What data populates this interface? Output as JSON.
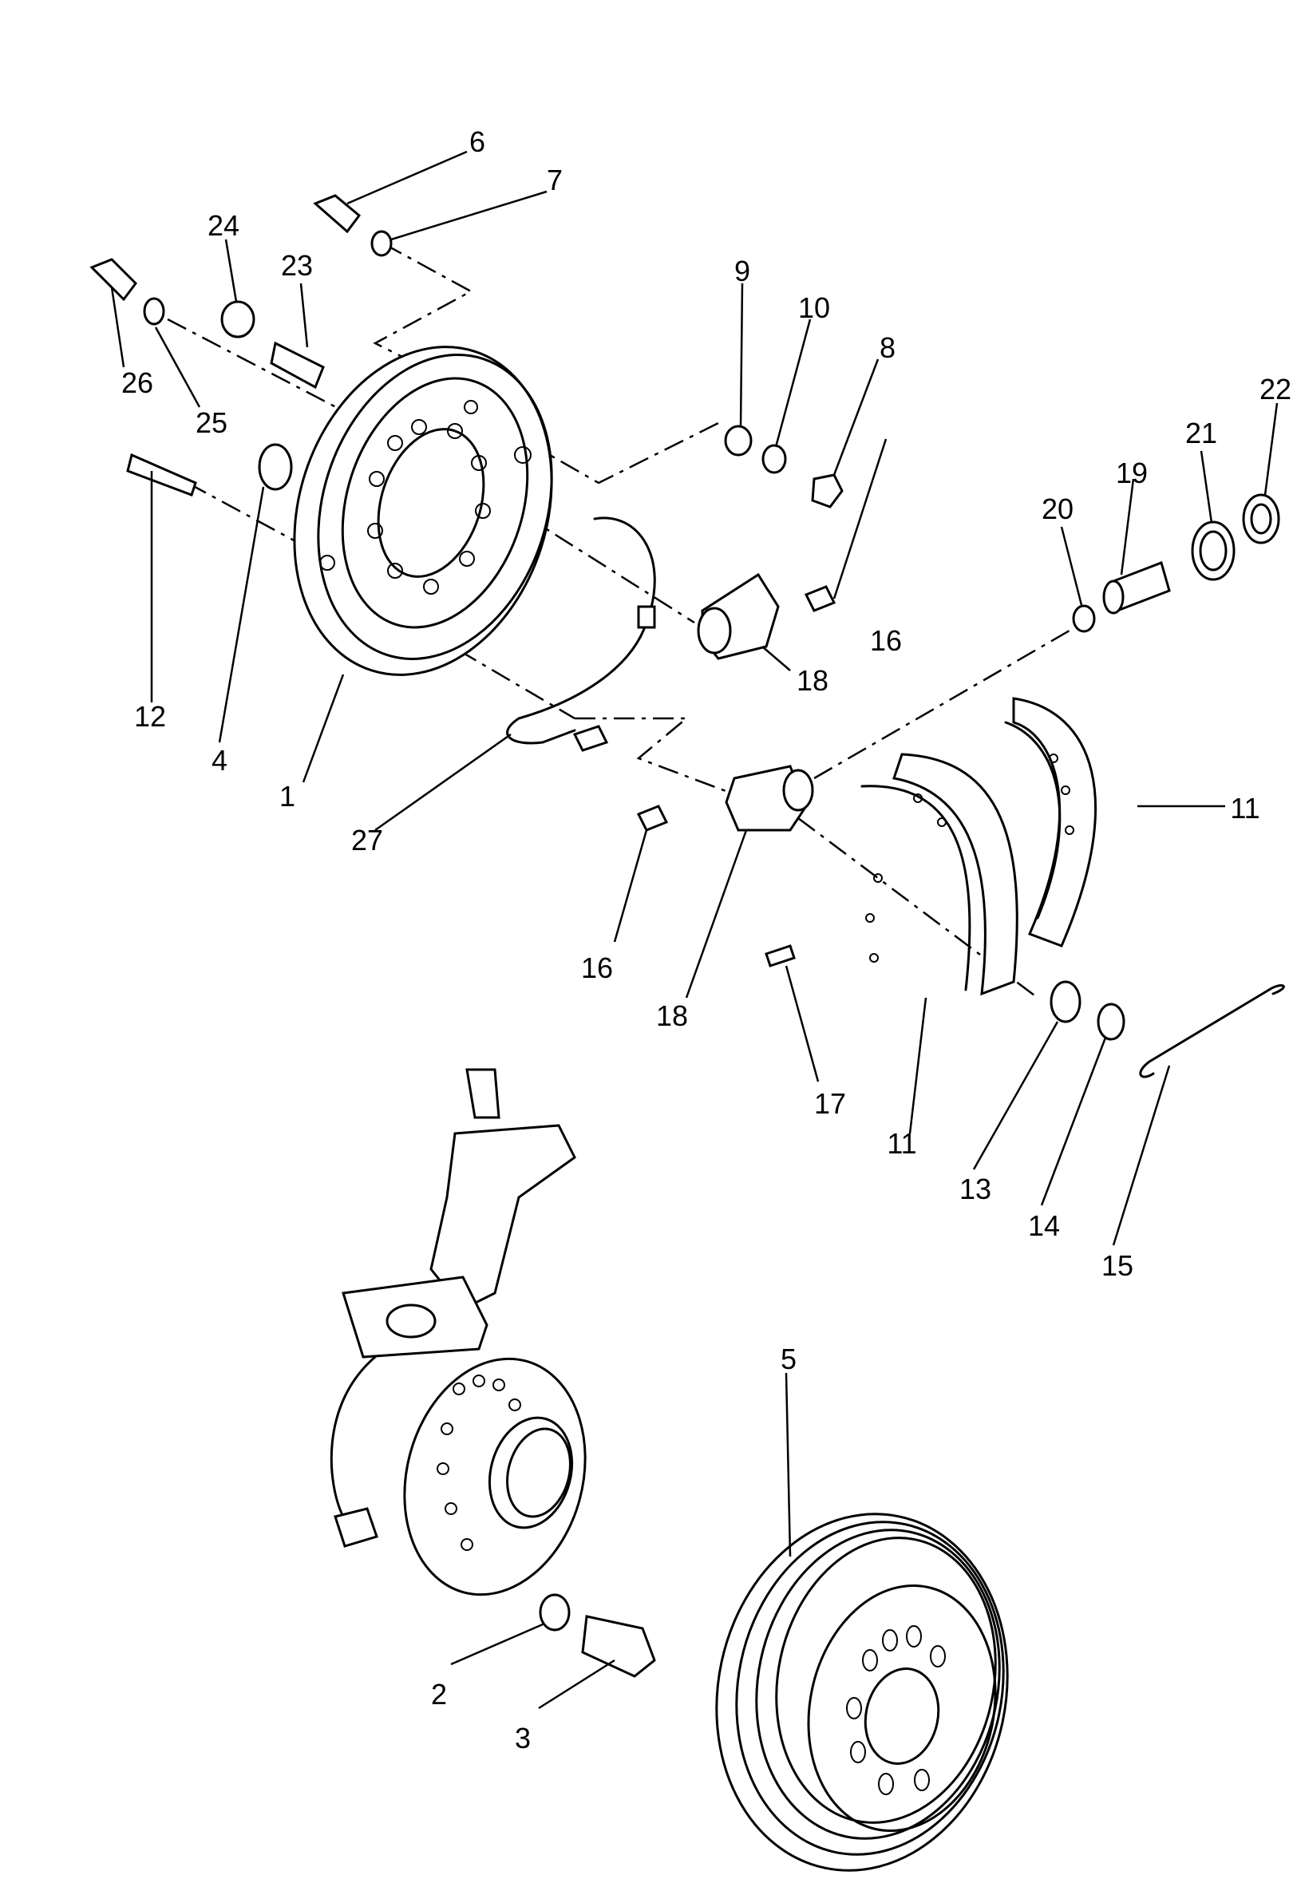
{
  "callouts": [
    "1",
    "2",
    "3",
    "4",
    "5",
    "6",
    "7",
    "8",
    "9",
    "10",
    "11",
    "11",
    "12",
    "13",
    "14",
    "15",
    "16",
    "16",
    "17",
    "18",
    "18",
    "19",
    "20",
    "21",
    "22",
    "23",
    "24",
    "25",
    "26",
    "27"
  ]
}
